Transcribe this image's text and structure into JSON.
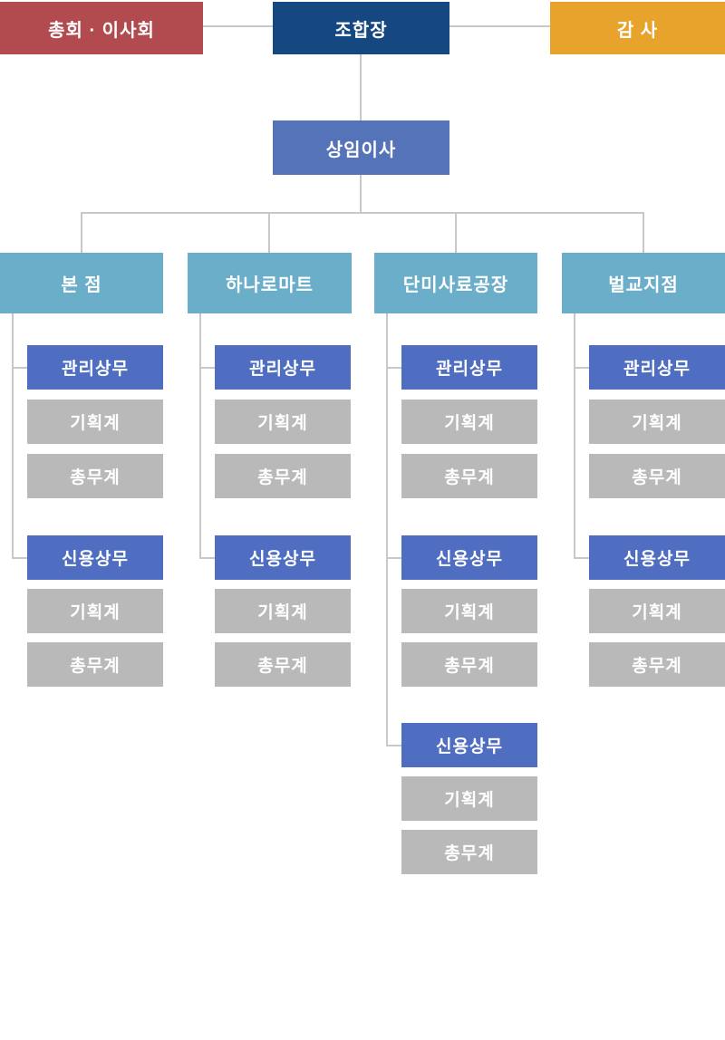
{
  "palette": {
    "assembly_bg": "#b14b4f",
    "president_bg": "#154881",
    "auditor_bg": "#e7a32b",
    "executive_bg": "#5573b8",
    "branch_bg": "#6aaec9",
    "group_head_bg": "#4f6ec1",
    "item_bg": "#b9b9b9",
    "connector_line": "#c8c8c8",
    "text": "#ffffff"
  },
  "top_row": {
    "assembly": "총회 · 이사회",
    "president": "조합장",
    "auditor": "감 사"
  },
  "executive": "상임이사",
  "branches": [
    {
      "label": "본 점",
      "groups": [
        {
          "head": "관리상무",
          "items": [
            "기획계",
            "총무계"
          ]
        },
        {
          "head": "신용상무",
          "items": [
            "기획계",
            "총무계"
          ]
        }
      ]
    },
    {
      "label": "하나로마트",
      "groups": [
        {
          "head": "관리상무",
          "items": [
            "기획계",
            "총무계"
          ]
        },
        {
          "head": "신용상무",
          "items": [
            "기획계",
            "총무계"
          ]
        }
      ]
    },
    {
      "label": "단미사료공장",
      "groups": [
        {
          "head": "관리상무",
          "items": [
            "기획계",
            "총무계"
          ]
        },
        {
          "head": "신용상무",
          "items": [
            "기획계",
            "총무계"
          ]
        },
        {
          "head": "신용상무",
          "items": [
            "기획계",
            "총무계"
          ]
        }
      ]
    },
    {
      "label": "벌교지점",
      "groups": [
        {
          "head": "관리상무",
          "items": [
            "기획계",
            "총무계"
          ]
        },
        {
          "head": "신용상무",
          "items": [
            "기획계",
            "총무계"
          ]
        }
      ]
    }
  ]
}
